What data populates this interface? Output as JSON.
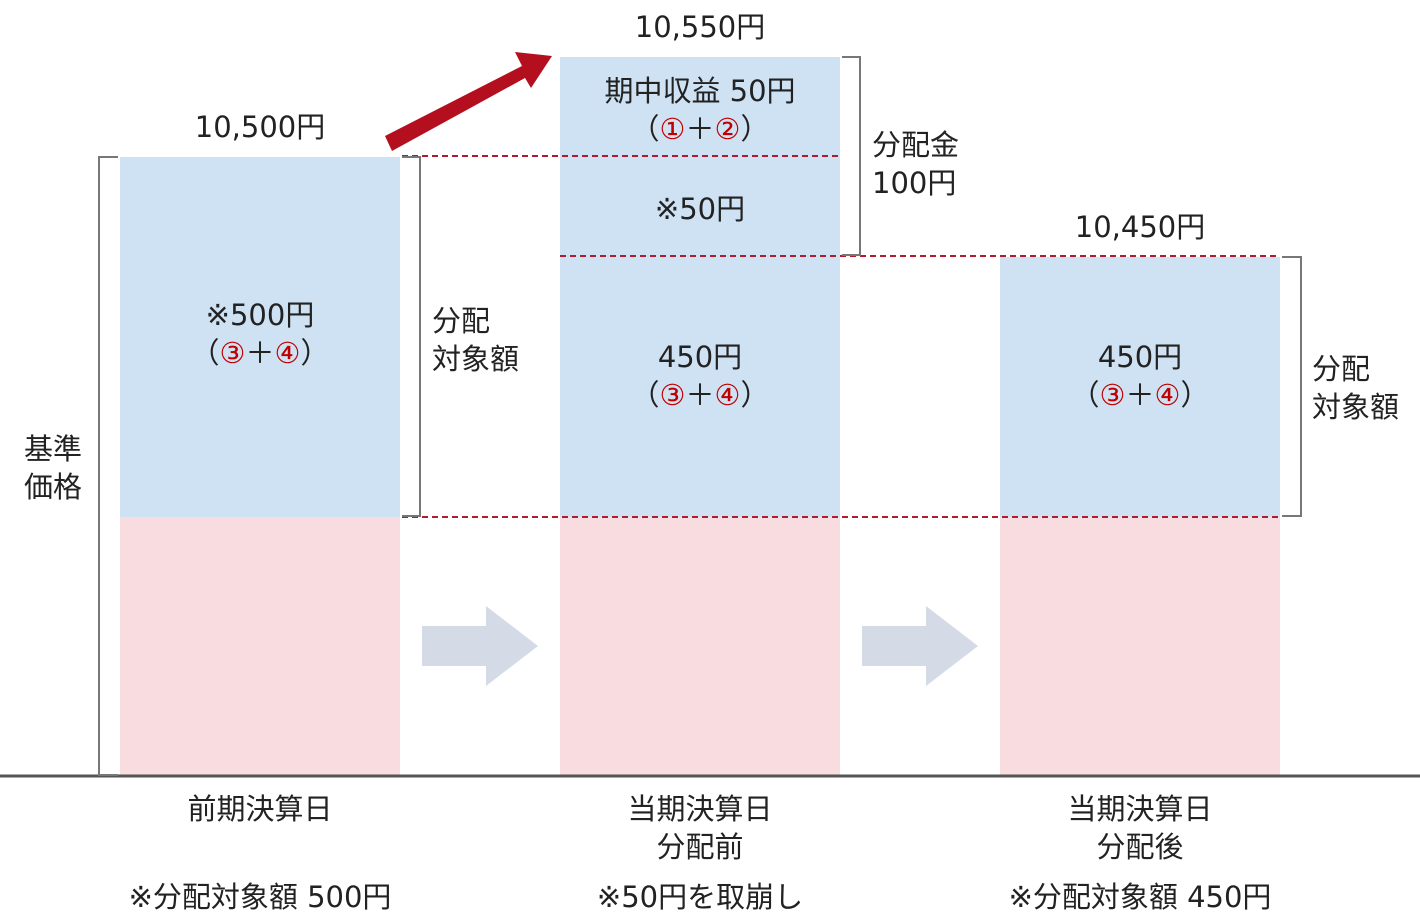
{
  "colors": {
    "distributable": "#cfe2f3",
    "principal": "#f8dcdf",
    "accent_red": "#b30f1e",
    "transition_arrow": "#d4dae6",
    "dashed_line": "#b01c2e",
    "bracket": "#777777",
    "baseline": "#555555"
  },
  "left_bracket_label_line1": "基準",
  "left_bracket_label_line2": "価格",
  "col1": {
    "top_price": "10,500円",
    "blue_line1": "※500円",
    "paren_open": "（",
    "circled_a": "③",
    "plus": "＋",
    "circled_b": "④",
    "paren_close": "）",
    "side_label_line1": "分配",
    "side_label_line2": "対象額",
    "footer_line1": "前期決算日",
    "footer_note": "※分配対象額 500円"
  },
  "col2": {
    "top_price": "10,550円",
    "income_line1": "期中収益 50円",
    "income_paren_open": "（",
    "income_circled_a": "①",
    "income_plus": "＋",
    "income_circled_b": "②",
    "income_paren_close": "）",
    "reserve_line": "※50円",
    "blue_line1": "450円",
    "paren_open": "（",
    "circled_a": "③",
    "plus": "＋",
    "circled_b": "④",
    "paren_close": "）",
    "dividend_label_line1": "分配金",
    "dividend_label_line2": "100円",
    "footer_line1": "当期決算日",
    "footer_line2": "分配前",
    "footer_note": "※50円を取崩し"
  },
  "col3": {
    "top_price": "10,450円",
    "blue_line1": "450円",
    "paren_open": "（",
    "circled_a": "③",
    "plus": "＋",
    "circled_b": "④",
    "paren_close": "）",
    "side_label_line1": "分配",
    "side_label_line2": "対象額",
    "footer_line1": "当期決算日",
    "footer_line2": "分配後",
    "footer_note": "※分配対象額 450円"
  }
}
